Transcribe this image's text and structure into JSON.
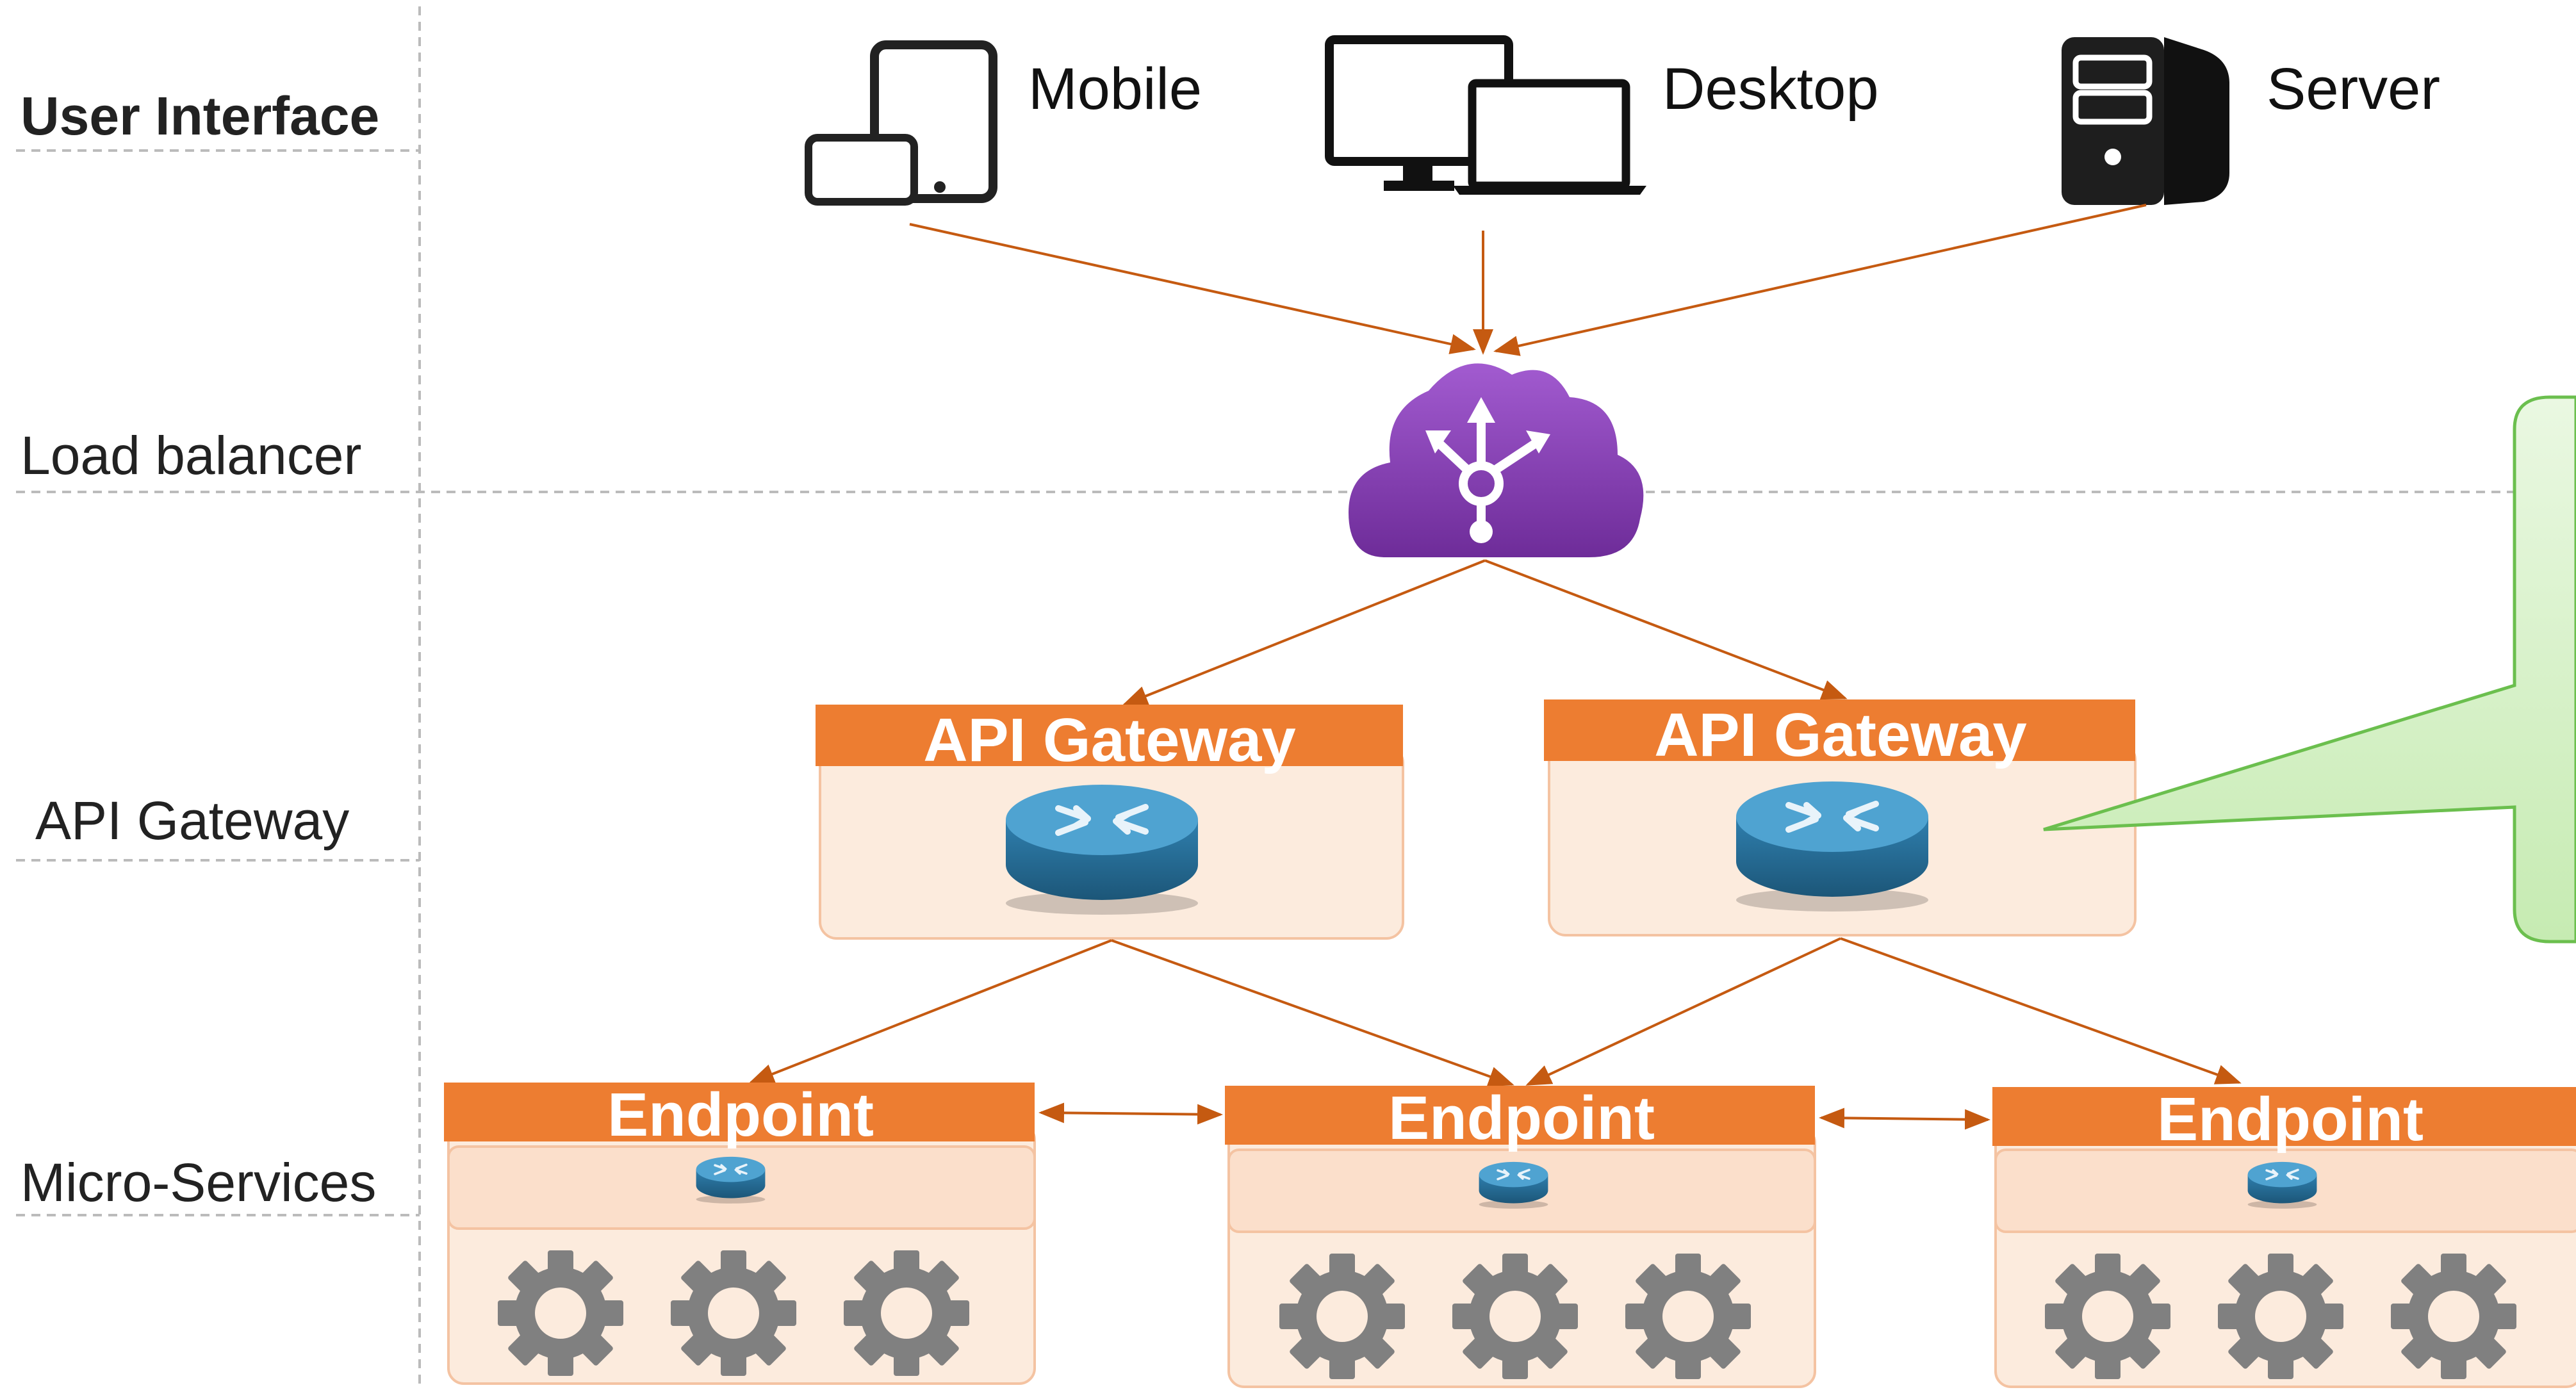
{
  "tiers": {
    "user_interface": "User Interface",
    "load_balancer": "Load balancer",
    "api_gateway": "API Gateway",
    "micro_services": "Micro-Services"
  },
  "clients": [
    {
      "label": "Mobile",
      "icon": "tablet-phone-icon"
    },
    {
      "label": "Desktop",
      "icon": "desktop-laptop-icon"
    },
    {
      "label": "Server",
      "icon": "server-tower-icon"
    }
  ],
  "load_balancer": {
    "icon": "cloud-load-balancer-icon"
  },
  "gateways": [
    {
      "label": "API Gateway",
      "icon": "router-icon"
    },
    {
      "label": "API Gateway",
      "icon": "router-icon"
    }
  ],
  "endpoints": [
    {
      "label": "Endpoint",
      "icon": "router-icon",
      "services": [
        "gear-icon",
        "gear-icon",
        "gear-icon"
      ]
    },
    {
      "label": "Endpoint",
      "icon": "router-icon",
      "services": [
        "gear-icon",
        "gear-icon",
        "gear-icon"
      ]
    },
    {
      "label": "Endpoint",
      "icon": "router-icon",
      "services": [
        "gear-icon",
        "gear-icon",
        "gear-icon"
      ]
    }
  ],
  "colors": {
    "header": "#ED7D31",
    "box_fill": "#FCEBDD",
    "box_stroke": "#F4C3A2",
    "arrow": "#C55A11",
    "cloud": "#8B47B8",
    "router": "#2E86B5",
    "gear": "#808080",
    "callout_fill": "#D4F0C4",
    "callout_stroke": "#6BBF4E"
  }
}
